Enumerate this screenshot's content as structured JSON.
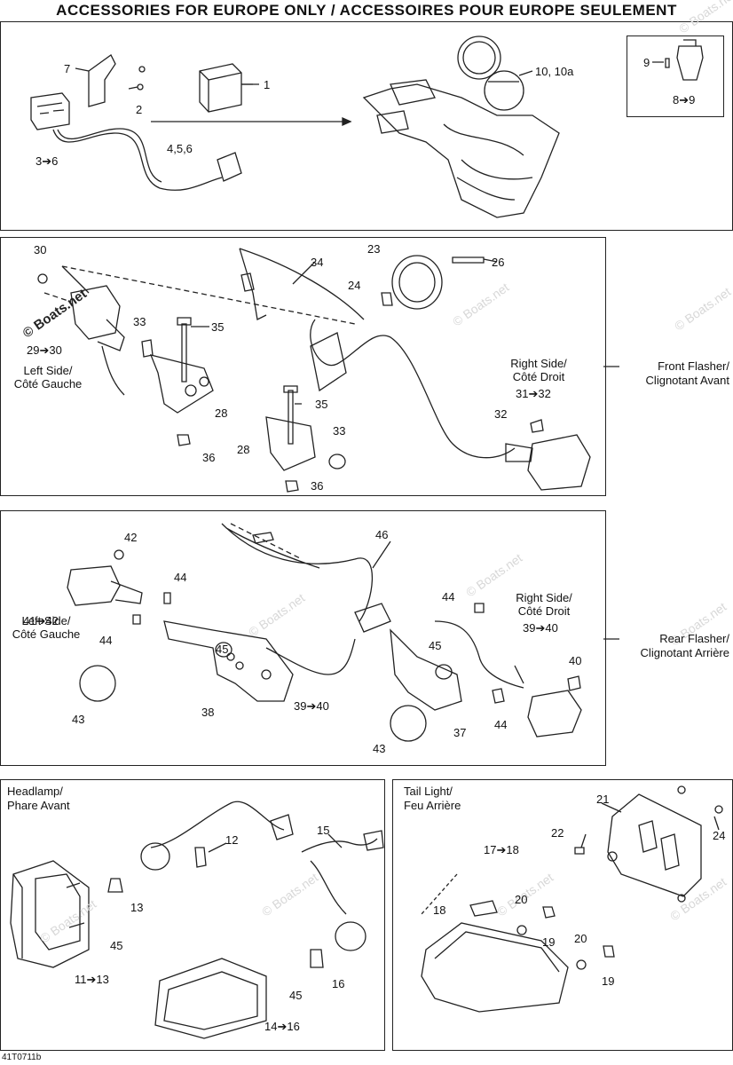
{
  "title": "ACCESSORIES FOR EUROPE ONLY / ACCESSOIRES POUR EUROPE SEULEMENT",
  "watermark": "© Boats.net",
  "diagram_code": "41T0711b",
  "panel1": {
    "callouts": [
      "7",
      "1",
      "2",
      "3➔6",
      "4,5,6",
      "10, 10a",
      "9",
      "8➔9"
    ]
  },
  "panel2": {
    "group_label": [
      "Front Flasher/",
      "Clignotant Avant"
    ],
    "left_side": [
      "Left Side/",
      "Côté Gauche"
    ],
    "right_side": [
      "Right Side/",
      "Côté Droit"
    ],
    "callouts": [
      "30",
      "29➔30",
      "33",
      "35",
      "28",
      "36",
      "34",
      "23",
      "24",
      "26",
      "35",
      "28",
      "33",
      "36",
      "31➔32",
      "32"
    ]
  },
  "panel3": {
    "group_label": [
      "Rear Flasher/",
      "Clignotant Arrière"
    ],
    "left_side": [
      "Left Side/",
      "Côté Gauche"
    ],
    "right_side": [
      "Right Side/",
      "Côté Droit"
    ],
    "callouts": [
      "42",
      "44",
      "41➔42",
      "44",
      "45",
      "43",
      "38",
      "39➔40",
      "46",
      "44",
      "39➔40",
      "45",
      "40",
      "37",
      "44",
      "43"
    ]
  },
  "panel4": {
    "heading": [
      "Headlamp/",
      "Phare Avant"
    ],
    "callouts": [
      "12",
      "15",
      "13",
      "45",
      "11➔13",
      "45",
      "16",
      "14➔16"
    ]
  },
  "panel5": {
    "heading": [
      "Tail Light/",
      "Feu Arrière"
    ],
    "callouts": [
      "21",
      "22",
      "24",
      "17➔18",
      "18",
      "20",
      "19",
      "20",
      "19"
    ]
  }
}
